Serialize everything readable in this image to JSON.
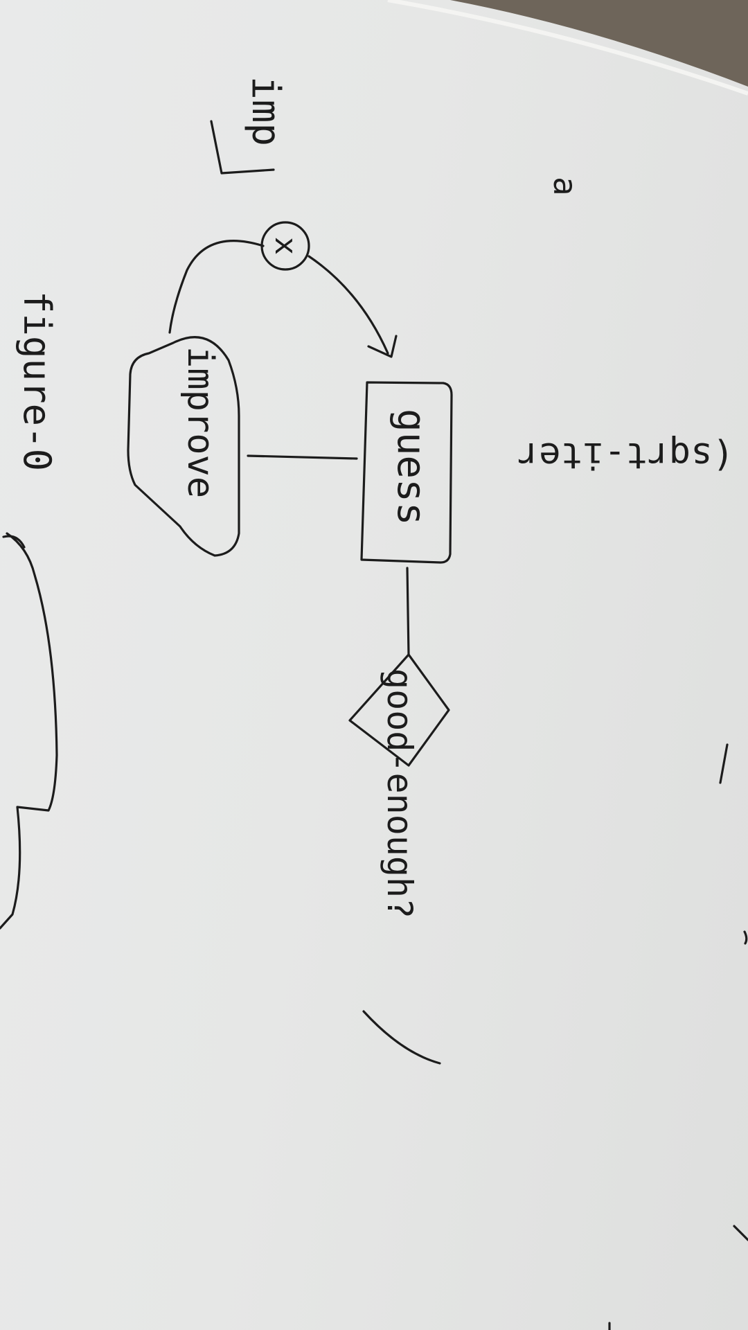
{
  "note": {
    "header_fragment": "(sqrt-iter",
    "margin_mark": "a",
    "nodes": {
      "input": "x",
      "input_label": "imp",
      "guess": "guess",
      "improve": "improve",
      "test": "good-enough?"
    },
    "caption": "figure-0"
  },
  "colors": {
    "ink": "#1c1c1c",
    "paper": "#e6e7e6",
    "desk": "#6e655a"
  }
}
